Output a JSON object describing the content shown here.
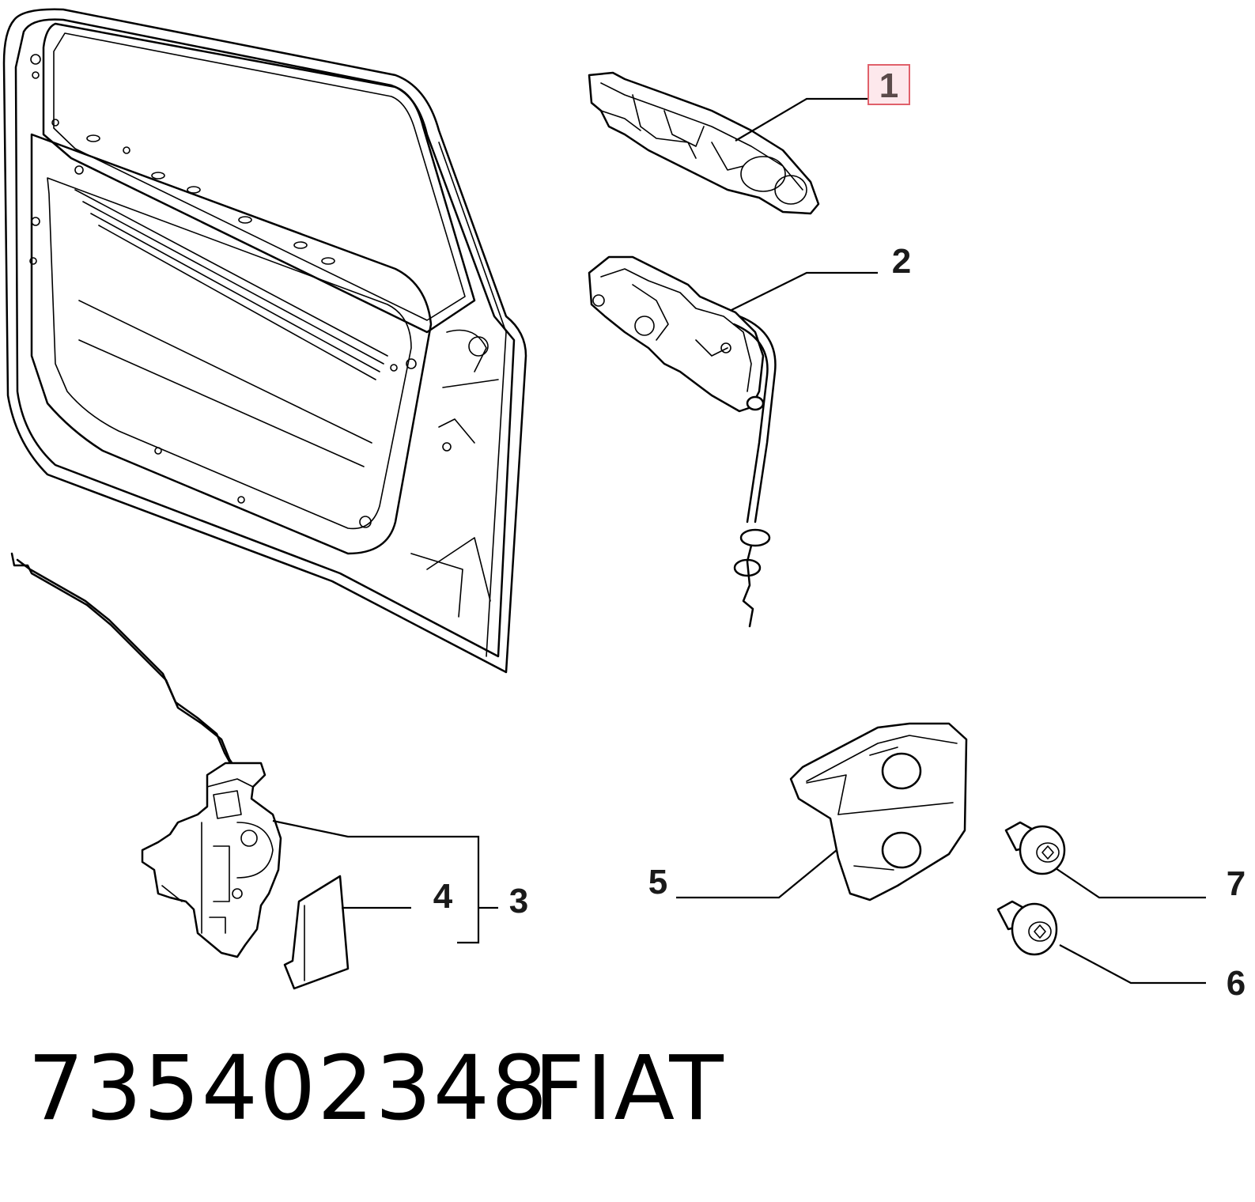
{
  "callouts": {
    "c1": "1",
    "c2": "2",
    "c3": "3",
    "c4": "4",
    "c5": "5",
    "c6": "6",
    "c7": "7"
  },
  "footer": {
    "part_number": "735402348",
    "brand": "FIAT"
  },
  "colors": {
    "highlight_box": "#e0606a",
    "highlight_fill": "#fde8ec",
    "line": "#000000"
  }
}
